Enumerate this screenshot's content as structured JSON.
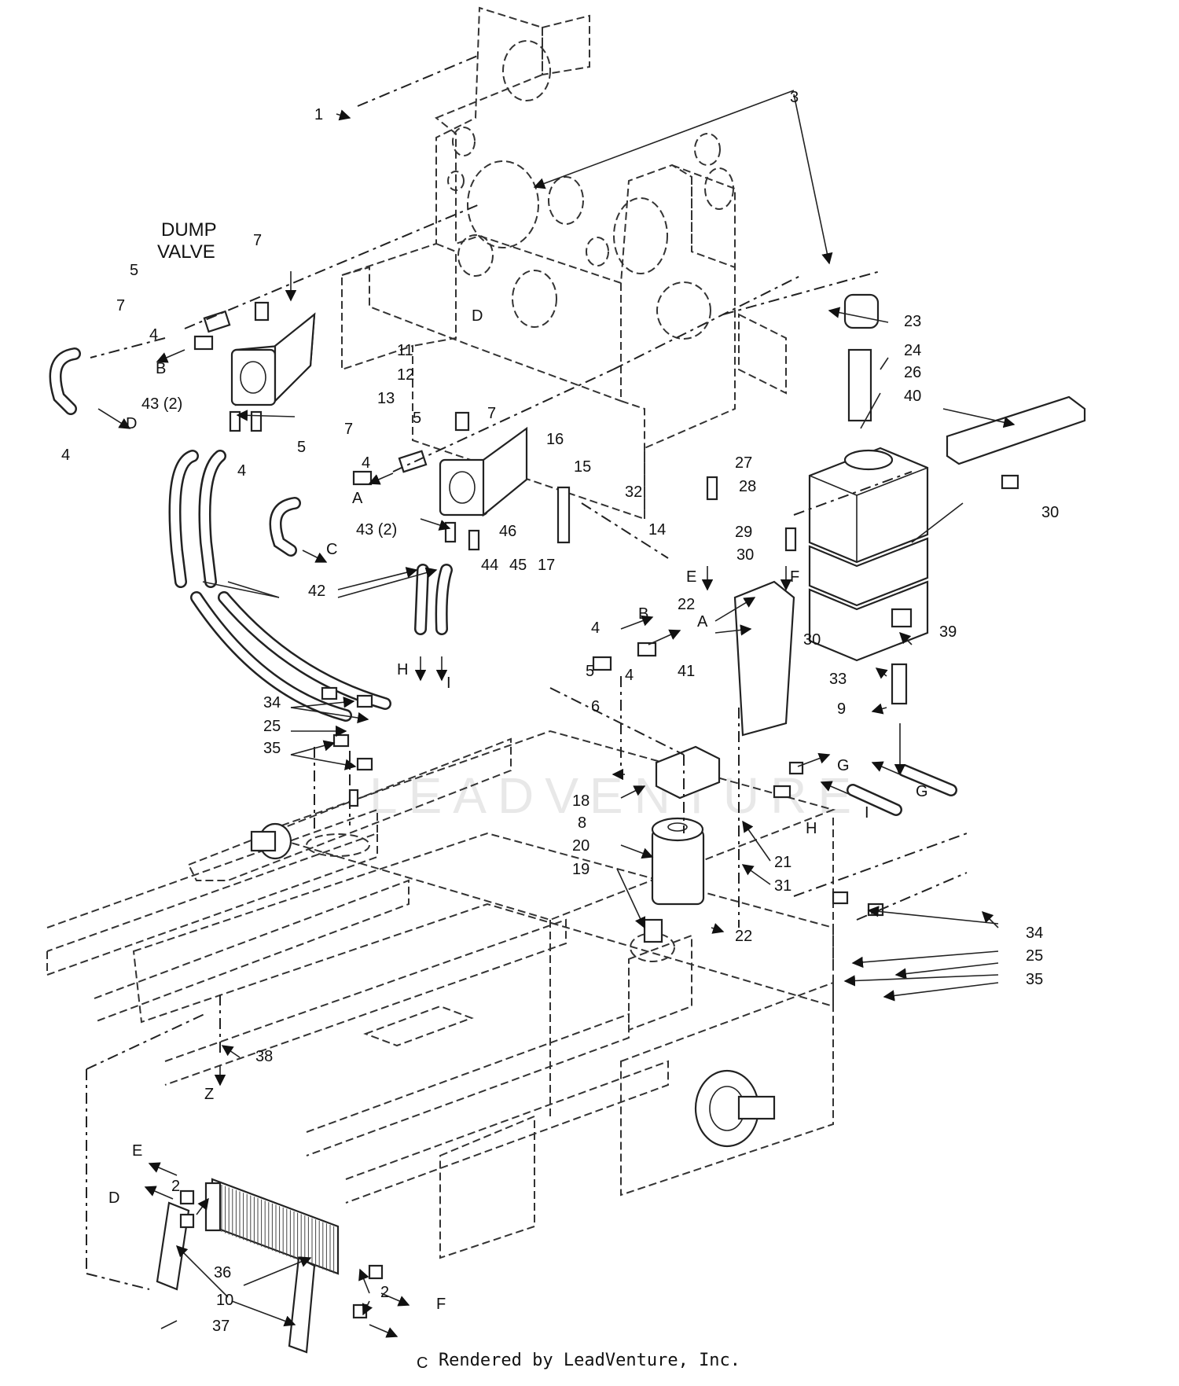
{
  "diagram": {
    "dump_valve_label_line1": "DUMP",
    "dump_valve_label_line2": "VALVE",
    "callouts": [
      "1",
      "2",
      "3",
      "4",
      "5",
      "6",
      "7",
      "8",
      "9",
      "10",
      "11",
      "12",
      "13",
      "14",
      "15",
      "16",
      "17",
      "18",
      "19",
      "20",
      "21",
      "22",
      "23",
      "24",
      "25",
      "26",
      "27",
      "28",
      "29",
      "30",
      "31",
      "32",
      "33",
      "34",
      "35",
      "36",
      "37",
      "38",
      "39",
      "40",
      "41",
      "42",
      "43 (2)",
      "44",
      "45",
      "46"
    ],
    "connection_letters": [
      "A",
      "B",
      "C",
      "D",
      "E",
      "F",
      "G",
      "H",
      "I",
      "Z"
    ]
  },
  "watermark": "LEADVENTURE",
  "footer": "Rendered by LeadVenture, Inc."
}
